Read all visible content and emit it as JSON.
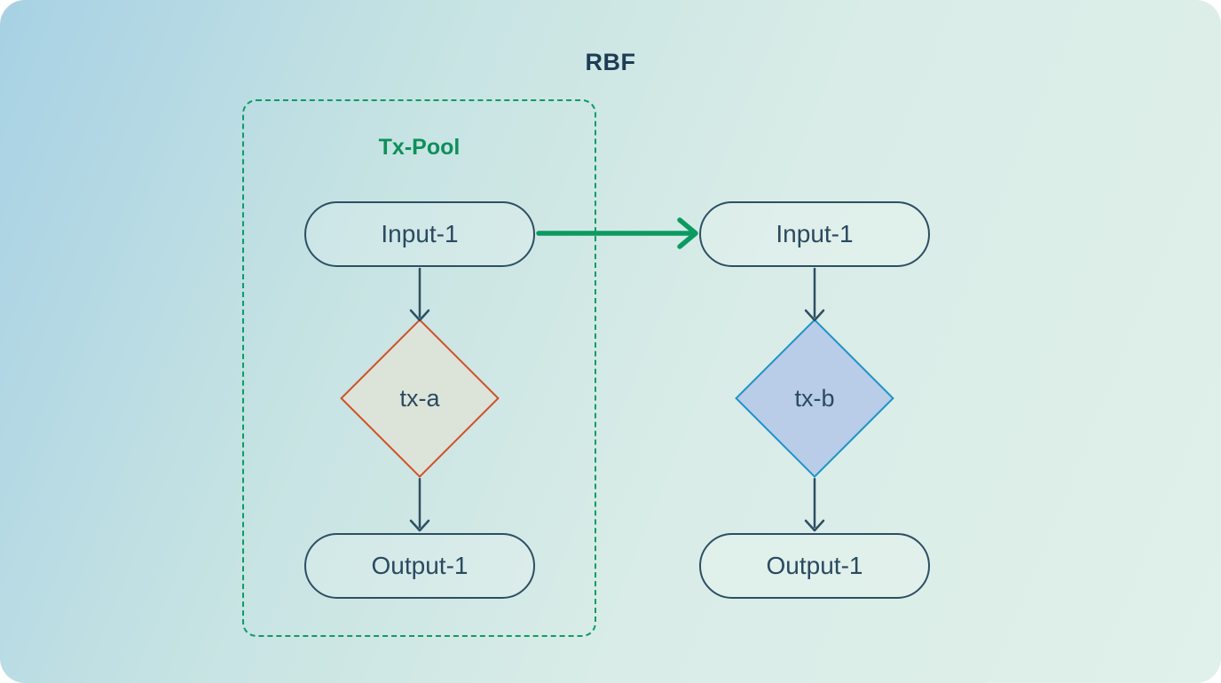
{
  "title": "RBF",
  "tx_pool": {
    "label": "Tx-Pool"
  },
  "pool_column": {
    "input_label": "Input-1",
    "tx_label": "tx-a",
    "output_label": "Output-1"
  },
  "replacement_column": {
    "input_label": "Input-1",
    "tx_label": "tx-b",
    "output_label": "Output-1"
  },
  "colors": {
    "background_gradient_start": "#a7d1e4",
    "background_gradient_end": "#e0f0ea",
    "title_text": "#1d3c55",
    "node_stroke": "#2d4f63",
    "node_text": "#2a4a60",
    "pool_border_green": "#0f9b63",
    "pool_label_green": "#0e8f5b",
    "replace_arrow_green": "#0b9a60",
    "tx_a_border": "#d14f28",
    "tx_a_fill": "#dce3d8",
    "tx_b_border": "#1f93c7",
    "tx_b_fill": "#b9cce8"
  }
}
